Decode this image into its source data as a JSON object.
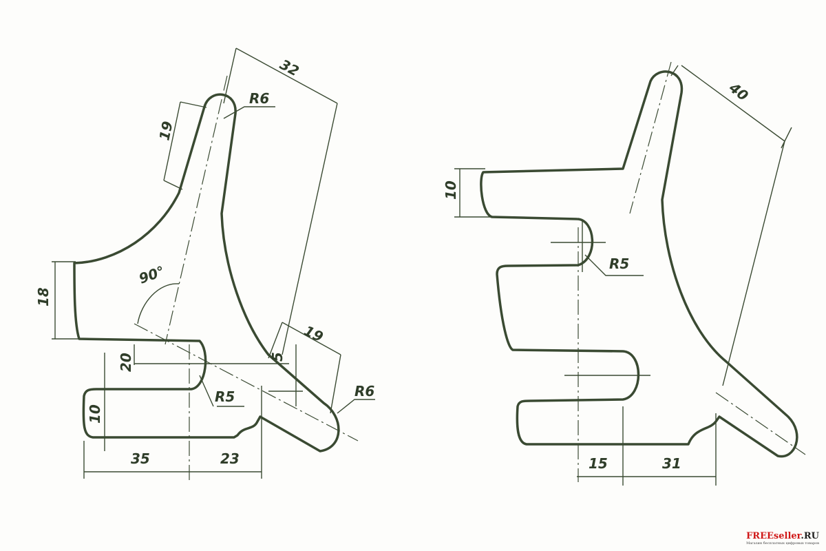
{
  "left_part": {
    "dims": [
      "32",
      "R6",
      "19",
      "18",
      "90°",
      "20",
      "R5",
      "10",
      "35",
      "23",
      "5",
      "19",
      "R6"
    ]
  },
  "right_part": {
    "dims": [
      "40",
      "10",
      "R5",
      "15",
      "31"
    ]
  },
  "watermark": {
    "brand_red": "FREEseller",
    "brand_dark": ".RU",
    "subtitle": "Магазин бесплатных цифровых товаров"
  },
  "colors": {
    "line": "#3a4a32",
    "watermark": "#d01818"
  }
}
